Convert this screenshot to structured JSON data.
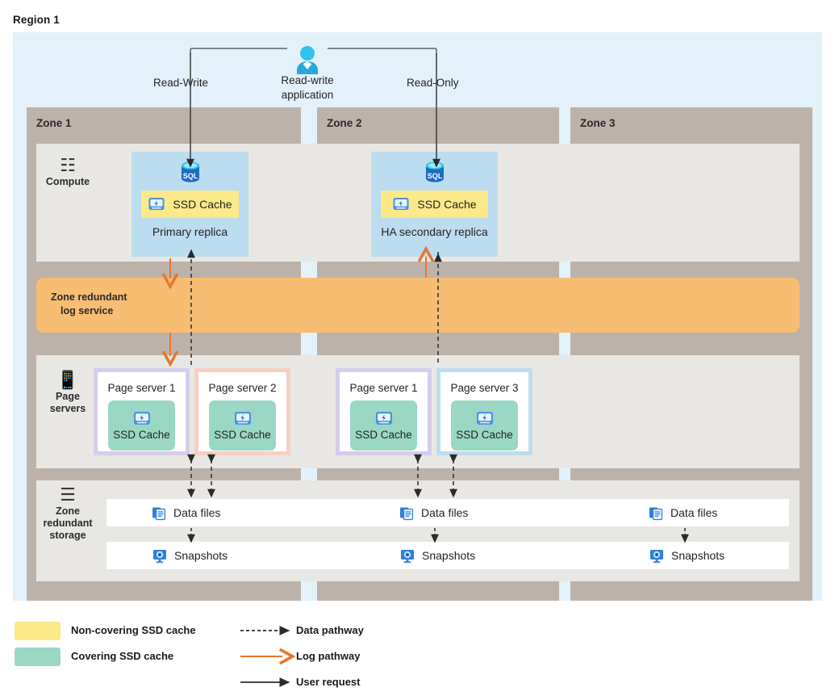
{
  "region": {
    "title": "Region 1"
  },
  "app": {
    "label_line1": "Read-write",
    "label_line2": "application",
    "icon": "user-icon",
    "left_branch_label": "Read-Write",
    "right_branch_label": "Read-Only"
  },
  "zones": [
    {
      "name": "Zone 1"
    },
    {
      "name": "Zone 2"
    },
    {
      "name": "Zone 3"
    }
  ],
  "rails": {
    "compute": {
      "label": "Compute",
      "icon": "cpu-chip-icon"
    },
    "page_servers": {
      "label_line1": "Page",
      "label_line2": "servers",
      "icon": "server-device-icon"
    },
    "storage": {
      "label_line1": "Zone",
      "label_line2": "redundant",
      "label_line3": "storage",
      "icon": "storage-stack-icon"
    }
  },
  "log_service": {
    "label_line1": "Zone redundant",
    "label_line2": "log service"
  },
  "replicas": [
    {
      "id": "primary",
      "caption": "Primary replica",
      "cache_label": "SSD Cache",
      "cache_type": "non-covering",
      "icon": "sql-database-icon"
    },
    {
      "id": "ha-secondary",
      "caption": "HA secondary replica",
      "cache_label": "SSD Cache",
      "cache_type": "non-covering",
      "icon": "sql-database-icon"
    }
  ],
  "page_servers": [
    {
      "zone": "Zone 1",
      "title": "Page server 1",
      "cache_label": "SSD Cache",
      "border_color": "#d6cdec"
    },
    {
      "zone": "Zone 1",
      "title": "Page server 2",
      "cache_label": "SSD Cache",
      "border_color": "#f6cfc3"
    },
    {
      "zone": "Zone 2",
      "title": "Page server 1",
      "cache_label": "SSD Cache",
      "border_color": "#d6cdec"
    },
    {
      "zone": "Zone 2",
      "title": "Page server 3",
      "cache_label": "SSD Cache",
      "border_color": "#bfdcef"
    }
  ],
  "storage": {
    "data_files": [
      {
        "label": "Data files",
        "icon": "data-files-icon"
      },
      {
        "label": "Data files",
        "icon": "data-files-icon"
      },
      {
        "label": "Data files",
        "icon": "data-files-icon"
      }
    ],
    "snapshots": [
      {
        "label": "Snapshots",
        "icon": "snapshot-icon"
      },
      {
        "label": "Snapshots",
        "icon": "snapshot-icon"
      },
      {
        "label": "Snapshots",
        "icon": "snapshot-icon"
      }
    ]
  },
  "legend": {
    "swatches": [
      {
        "label": "Non-covering SSD cache",
        "color": "#fbe98a"
      },
      {
        "label": "Covering SSD cache",
        "color": "#9ad7c4"
      }
    ],
    "lines": [
      {
        "label": "Data pathway",
        "style": "dashed",
        "color": "#2b2b2b"
      },
      {
        "label": "Log pathway",
        "style": "solid",
        "color": "#e8762c"
      },
      {
        "label": "User request",
        "style": "solid",
        "color": "#2b2b2b"
      }
    ]
  },
  "colors": {
    "region_bg": "#e3f1fa",
    "zone_bg": "#bdb2aa",
    "band_bg": "#e9e7e4",
    "log_bar": "#f7bd72",
    "replica_bg": "#bcdcef",
    "non_covering_cache": "#fbe98a",
    "covering_cache": "#9ad7c4",
    "log_arrow": "#e8762c"
  }
}
